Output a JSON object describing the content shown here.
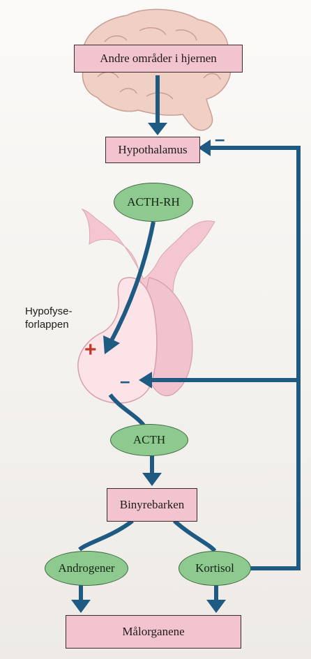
{
  "boxes": {
    "top": "Andre områder i hjernen",
    "hypothalamus": "Hypothalamus",
    "adrenal_cortex": "Binyrebarken",
    "target_organs": "Målorganene"
  },
  "hormones": {
    "acth_rh": "ACTH-RH",
    "acth": "ACTH",
    "androgens": "Androgener",
    "cortisol": "Kortisol"
  },
  "pituitary_label": [
    "Hypofyse-",
    "forlappen"
  ],
  "signs": {
    "stimulate": "+",
    "inhibit_hypothalamus": "–",
    "inhibit_pituitary": "–"
  },
  "colors": {
    "arrow": "#1e5a82",
    "box_fill": "#f2c4cf",
    "oval_fill": "#8ec98f",
    "plus": "#c0392b",
    "brain": "#f0cfc4",
    "pituitary": "#f3c6d0"
  }
}
